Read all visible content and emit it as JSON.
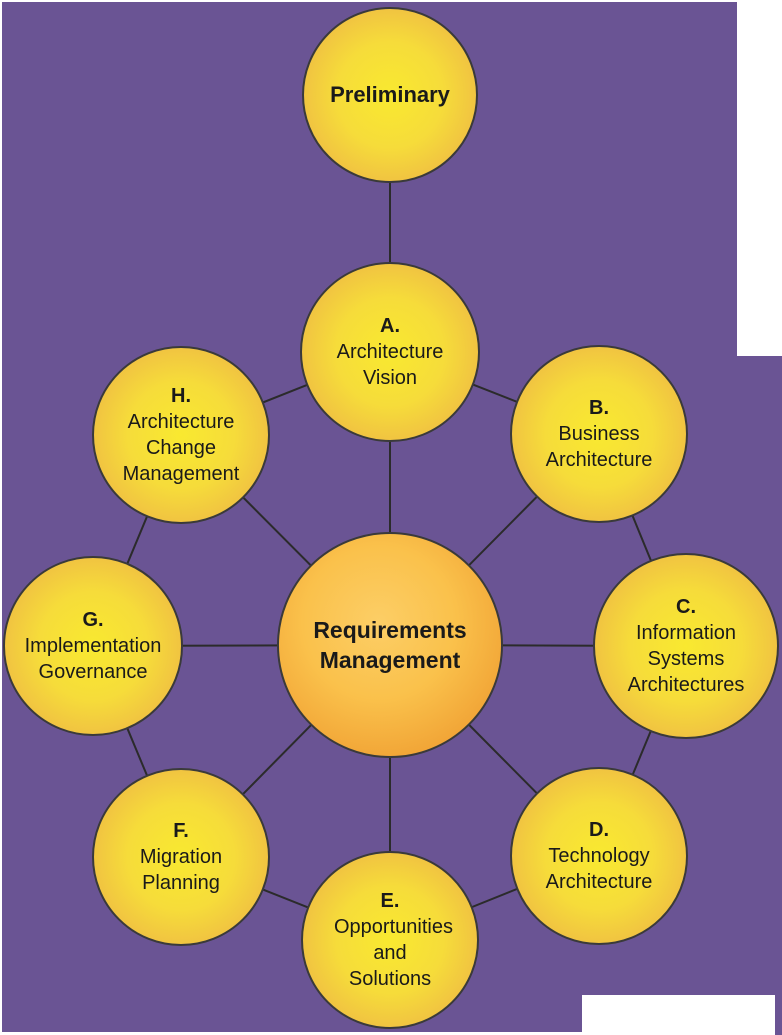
{
  "diagram": {
    "type": "cycle-diagram",
    "description": "Architecture development method phase wheel with central hub"
  },
  "nodes": {
    "preliminary": {
      "label": "Preliminary"
    },
    "center": {
      "label": "Requirements Management"
    },
    "ring": [
      {
        "letter": "A.",
        "name": "Architecture Vision"
      },
      {
        "letter": "B.",
        "name": "Business Architecture"
      },
      {
        "letter": "C.",
        "name": "Information Systems Architectures"
      },
      {
        "letter": "D.",
        "name": "Technology Architecture"
      },
      {
        "letter": "E.",
        "name": "Opportunities and Solutions"
      },
      {
        "letter": "F.",
        "name": "Migration Planning"
      },
      {
        "letter": "G.",
        "name": "Implementation Governance"
      },
      {
        "letter": "H.",
        "name": "Architecture Change Management"
      }
    ]
  },
  "colors": {
    "background_purple": "#6A5494",
    "ring_node_center": "#F9E930",
    "ring_node_edge": "#EFBD43",
    "hub_center": "#FCCE66",
    "hub_edge": "#F1A436",
    "node_stroke": "#3A3A3A",
    "connector": "#2B2B2B",
    "text": "#1A1A1A"
  }
}
